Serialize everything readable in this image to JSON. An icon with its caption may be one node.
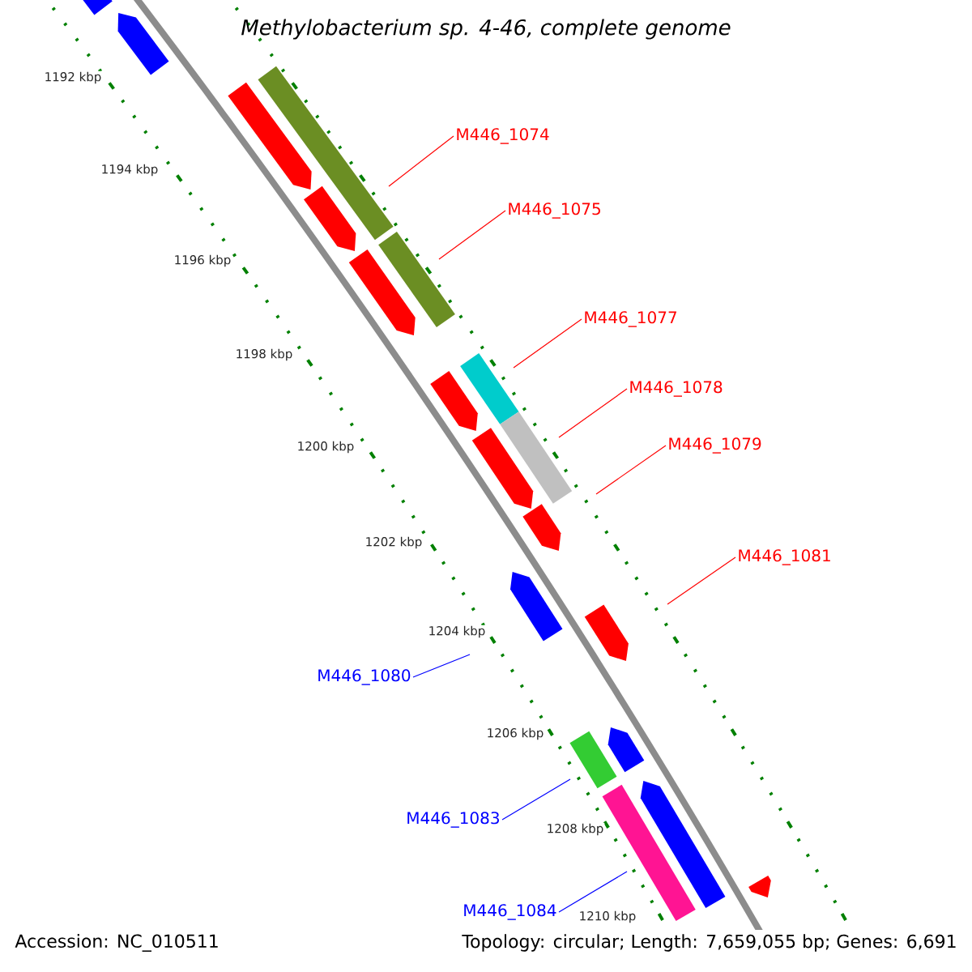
{
  "diagram": {
    "title": "Methylobacterium sp. 4-46, complete genome",
    "nodes": [
      {
        "text": [
          "M446_1074"
        ]
      },
      {
        "text": [
          "M446_1075"
        ]
      },
      {
        "text": [
          "M446_1077"
        ]
      },
      {
        "text": [
          "M446_1078"
        ]
      },
      {
        "text": [
          "M446_1079"
        ]
      },
      {
        "text": [
          "M446_1081"
        ]
      },
      {
        "text": [
          "M446_1080"
        ]
      },
      {
        "text": [
          "M446_1083"
        ]
      },
      {
        "text": [
          "M446_1084"
        ]
      }
    ],
    "edges": [
      {
        "from": 0,
        "to": null,
        "arrow": "none"
      },
      {
        "from": 1,
        "to": null,
        "arrow": "none"
      },
      {
        "from": 2,
        "to": null,
        "arrow": "none"
      },
      {
        "from": 3,
        "to": null,
        "arrow": "none"
      },
      {
        "from": 4,
        "to": null,
        "arrow": "none"
      },
      {
        "from": 5,
        "to": null,
        "arrow": "none"
      },
      {
        "from": 6,
        "to": null,
        "arrow": "none",
        "color": "#0000ff"
      },
      {
        "from": 7,
        "to": null,
        "arrow": "none",
        "color": "#0000ff"
      },
      {
        "from": 8,
        "to": null,
        "arrow": "none",
        "color": "#0000ff"
      }
    ],
    "labels": [
      "1192 kbp",
      "1194 kbp",
      "1196 kbp",
      "1198 kbp",
      "1200 kbp",
      "1202 kbp",
      "1204 kbp",
      "1206 kbp",
      "1208 kbp",
      "1210 kbp",
      "Accession: NC_010511",
      "Topology: circular; Length: 7,659,055 bp; Genes: 6,691"
    ]
  }
}
